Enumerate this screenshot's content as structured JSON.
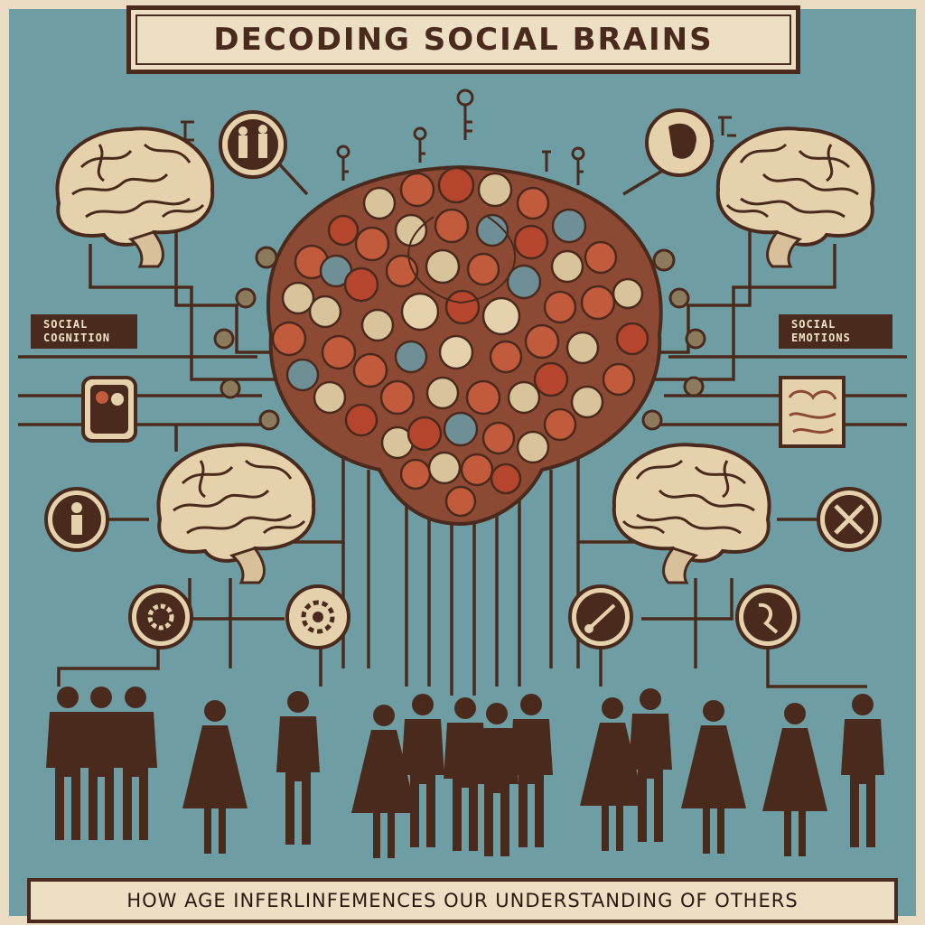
{
  "title": "DECODING SOCIAL BRAINS",
  "left_label": {
    "line1": "SOCIAL",
    "line2": "COGNITION"
  },
  "right_label": {
    "line1": "SOCIAL",
    "line2": "EMOTIONS"
  },
  "footer": "HOW AGE INFERLINFEMENCES OUR  UNDERSTANDING OF OTHERS",
  "colors": {
    "background": "#6e9ea4",
    "frame": "#e9dcc2",
    "ink": "#4a2a1d",
    "accent": "#b5452c",
    "brain": "#e5d2ad"
  },
  "icons": [
    "magnifier-icon",
    "key-icon",
    "gear-icon",
    "wrench-icon",
    "brain-scan-icon",
    "person-icon"
  ]
}
